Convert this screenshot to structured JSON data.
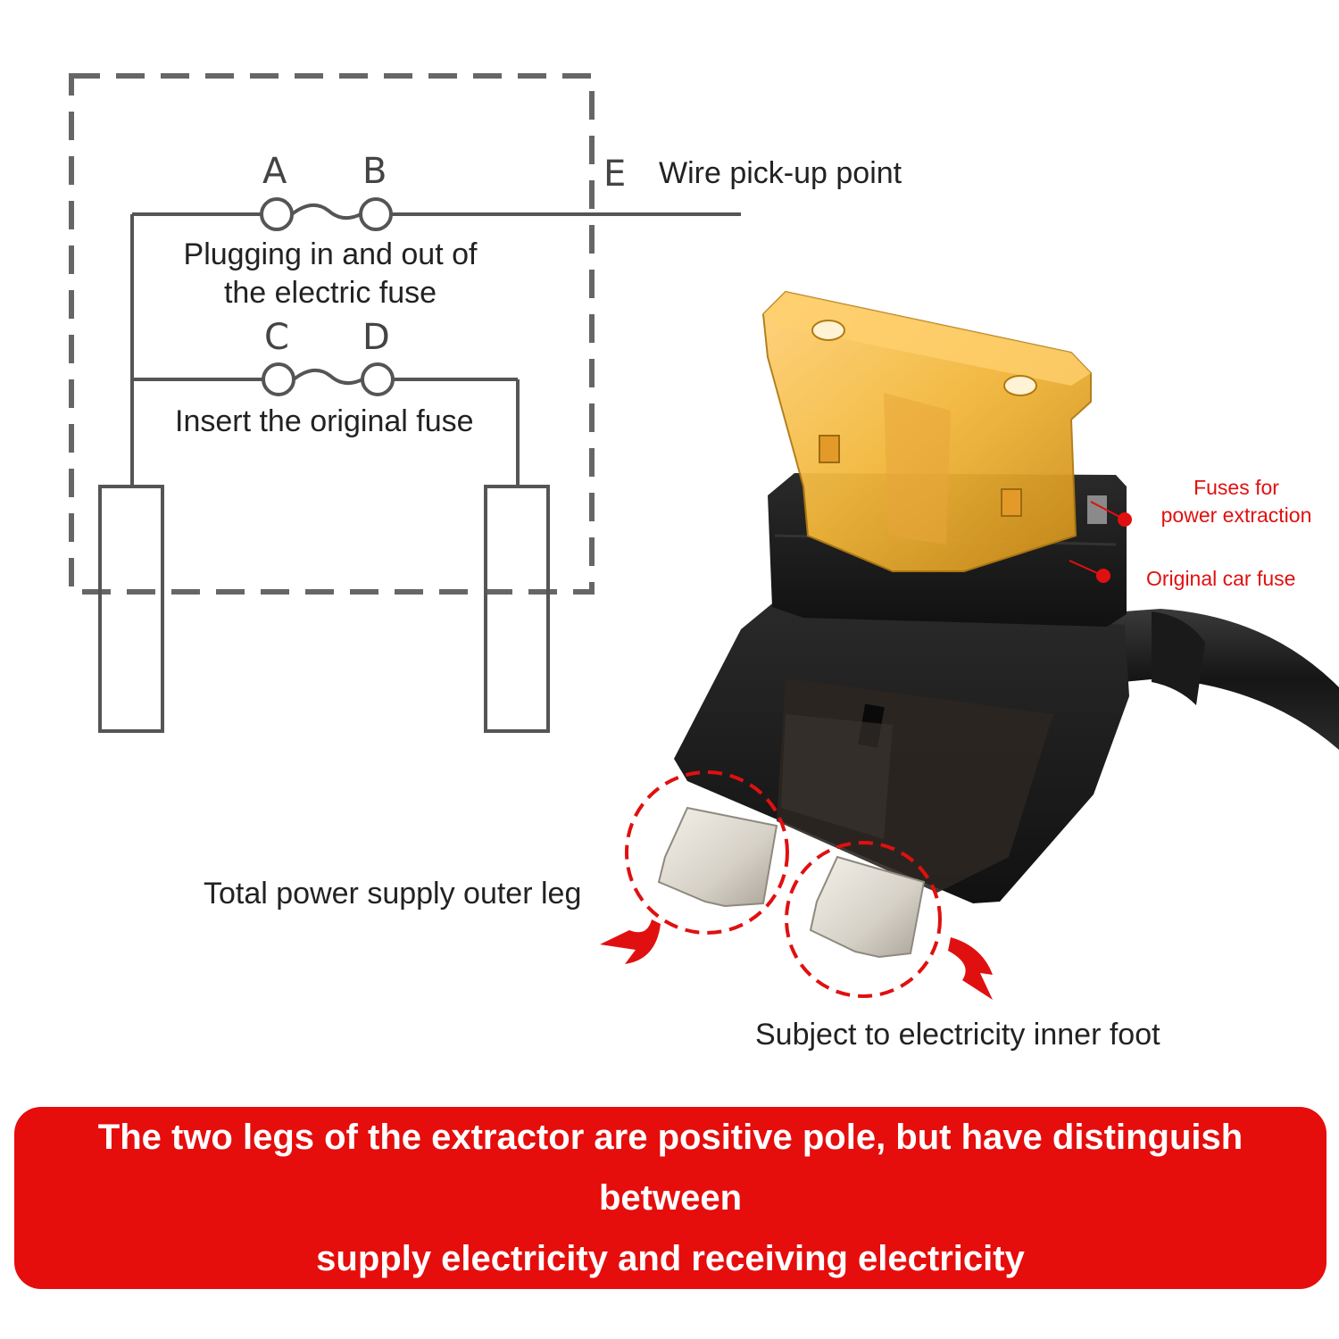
{
  "schematic": {
    "terminals": {
      "a": "A",
      "b": "B",
      "c": "C",
      "d": "D",
      "e": "E"
    },
    "wire_pickup_label": "Wire pick-up point",
    "top_fuse_label_line1": "Plugging in and out of",
    "top_fuse_label_line2": "the electric fuse",
    "bottom_fuse_label": "Insert the original fuse"
  },
  "product": {
    "fuse_power_label_line1": "Fuses for",
    "fuse_power_label_line2": "power extraction",
    "original_fuse_label": "Original car fuse",
    "outer_leg_label": "Total power supply outer leg",
    "inner_foot_label": "Subject to electricity inner foot"
  },
  "banner": {
    "line1": "The two legs of the extractor are positive pole, but have distinguish between",
    "line2": "supply electricity and receiving electricity"
  },
  "colors": {
    "accent_red": "#e60d0d",
    "fuse_amber": "#f2b73a",
    "holder_black": "#1c1c1c",
    "schematic_gray": "#5a5a5a"
  }
}
